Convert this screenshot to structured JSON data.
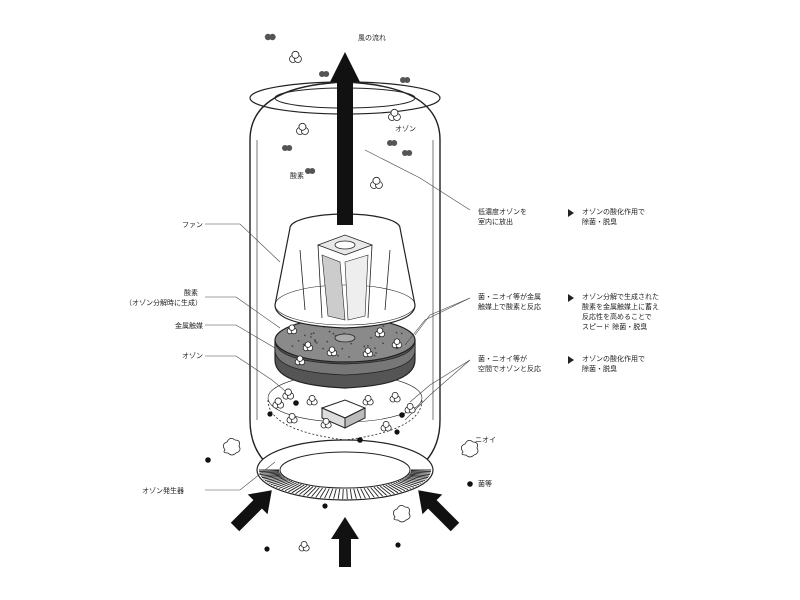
{
  "labels": {
    "air_flow": "風の流れ",
    "ozone_top": "オゾン",
    "oxygen_top": "酸素",
    "fan": "ファン",
    "oxygen_side_1": "酸素",
    "oxygen_side_2": "（オゾン分解時に生成）",
    "metal_catalyst": "金属触媒",
    "ozone_side": "オゾン",
    "ozone_generator": "オゾン発生器",
    "odor": "ニオイ",
    "bacteria": "菌等"
  },
  "callouts": [
    {
      "lines": [
        "低濃度オゾンを",
        "室内に放出"
      ],
      "result": [
        "オゾンの酸化作用で",
        "除菌・脱臭"
      ]
    },
    {
      "lines": [
        "菌・ニオイ等が金属",
        "触媒上で酸素と反応"
      ],
      "result": [
        "オゾン分解で生成された",
        "酸素を金属触媒上に蓄え",
        "反応性を高めることで",
        "スピード 除菌・脱臭"
      ]
    },
    {
      "lines": [
        "菌・ニオイ等が",
        "空間でオゾンと反応"
      ],
      "result": [
        "オゾンの酸化作用で",
        "除菌・脱臭"
      ]
    }
  ],
  "icons": {
    "result_arrow": "arrowhead-right-icon",
    "big_arrow": "thick-arrow-icon",
    "ozone": "ozone-molecule-icon",
    "oxygen": "oxygen-molecule-icon",
    "odor": "odor-cloud-icon",
    "bacteria": "bacteria-dot-icon"
  },
  "colors": {
    "line": "#222222",
    "catalyst_dark": "#555555",
    "catalyst_speckle": "#8a8a8a",
    "oxygen_fill": "#666666"
  }
}
